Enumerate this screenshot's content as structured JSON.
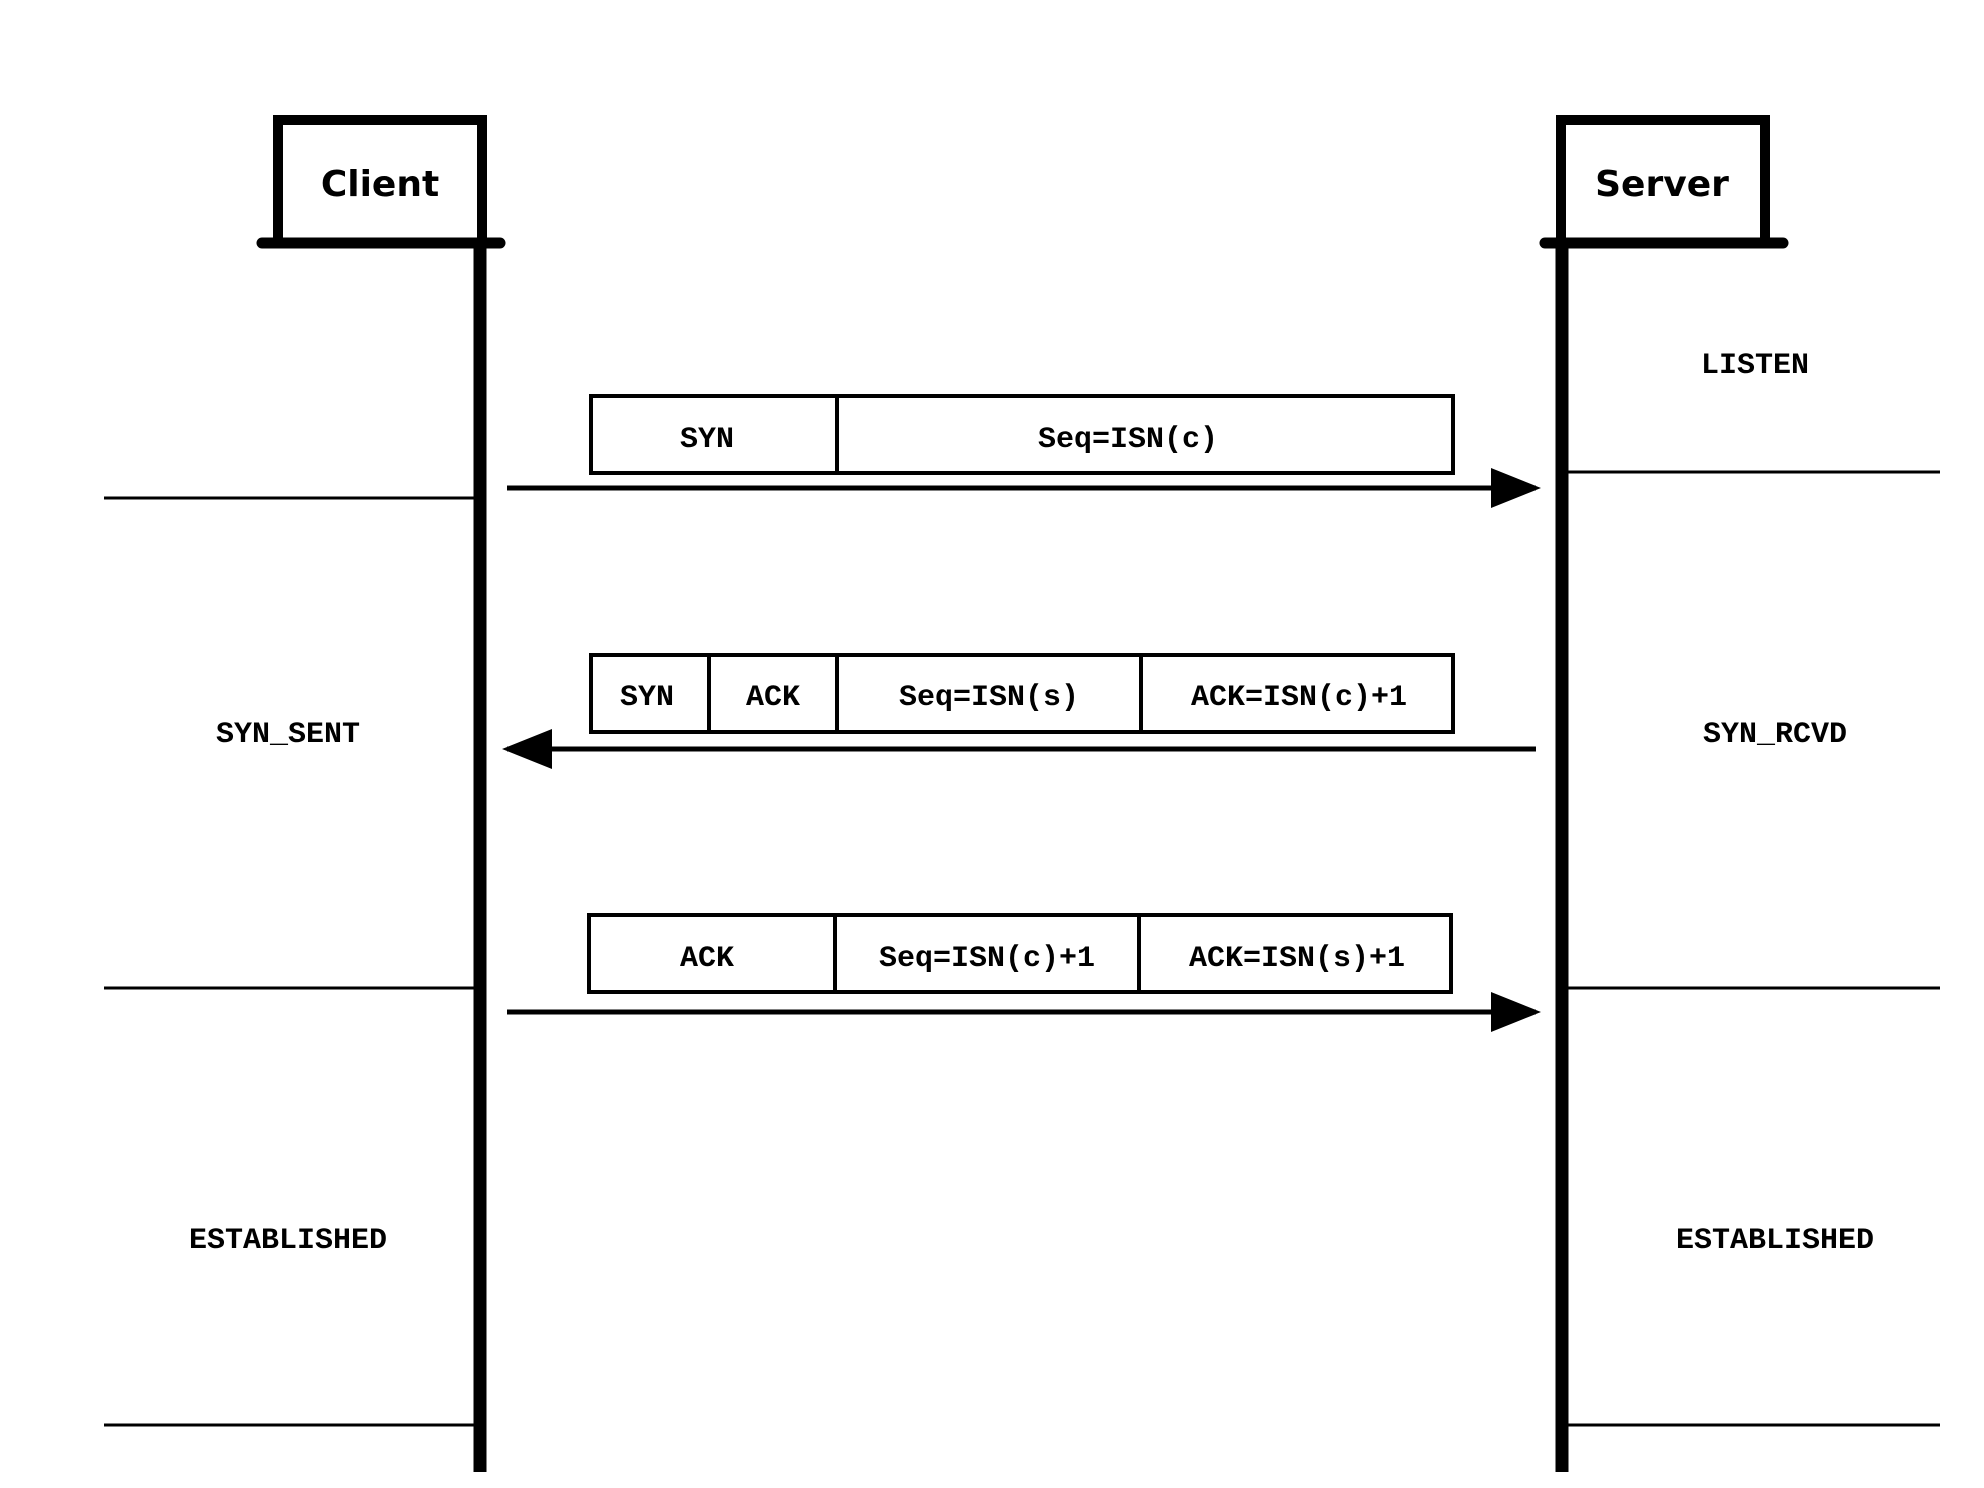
{
  "client": {
    "label": "Client",
    "states": [
      "SYN_SENT",
      "ESTABLISHED"
    ]
  },
  "server": {
    "label": "Server",
    "states": [
      "LISTEN",
      "SYN_RCVD",
      "ESTABLISHED"
    ]
  },
  "messages": [
    {
      "direction": "client-to-server",
      "fields": [
        "SYN",
        "Seq=ISN(c)"
      ]
    },
    {
      "direction": "server-to-client",
      "fields": [
        "SYN",
        "ACK",
        "Seq=ISN(s)",
        "ACK=ISN(c)+1"
      ]
    },
    {
      "direction": "client-to-server",
      "fields": [
        "ACK",
        "Seq=ISN(c)+1",
        "ACK=ISN(s)+1"
      ]
    }
  ]
}
